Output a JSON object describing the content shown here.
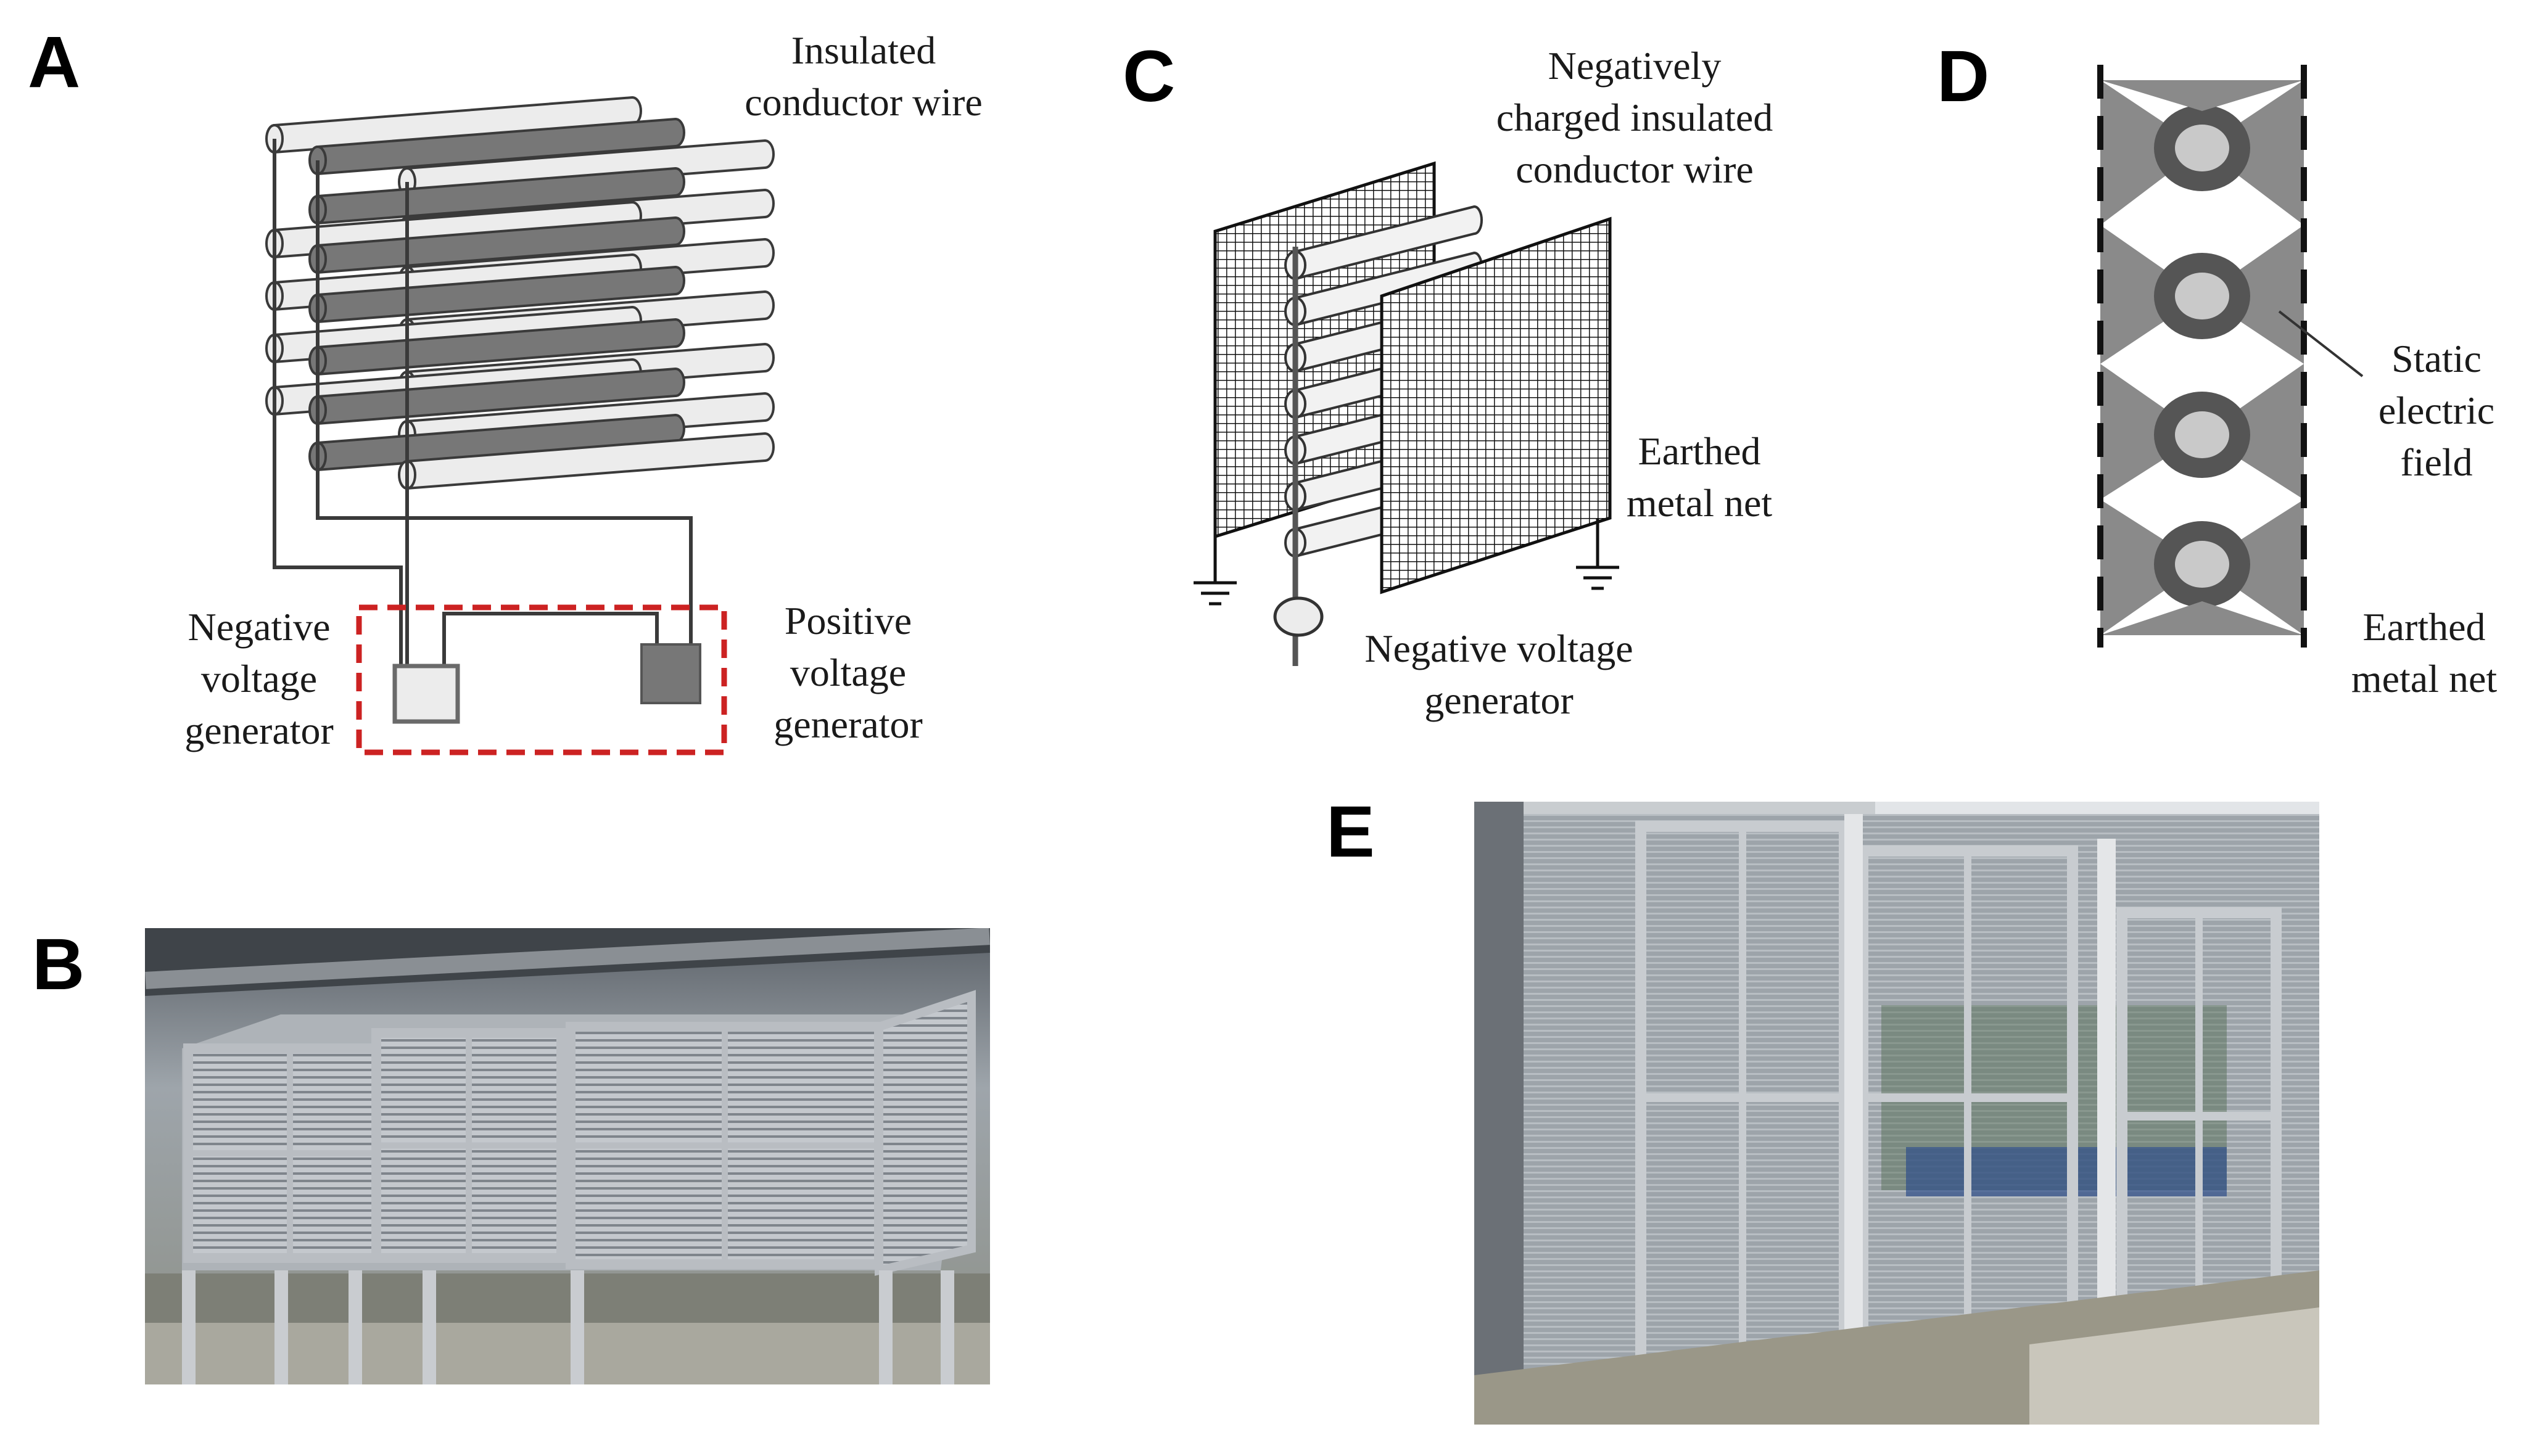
{
  "panels": {
    "A": {
      "label": "A",
      "wire_caption": [
        "Insulated",
        "conductor wire"
      ],
      "neg_caption": [
        "Negative",
        "voltage",
        "generator"
      ],
      "pos_caption": [
        "Positive",
        "voltage",
        "generator"
      ]
    },
    "B": {
      "label": "B"
    },
    "C": {
      "label": "C",
      "wire_caption": [
        "Negatively",
        "charged insulated",
        "conductor wire"
      ],
      "net_caption": [
        "Earthed",
        "metal net"
      ],
      "gen_caption": [
        "Negative voltage",
        "generator"
      ]
    },
    "D": {
      "label": "D",
      "field_caption": [
        "Static",
        "electric",
        "field"
      ],
      "net_caption": [
        "Earthed",
        "metal net"
      ]
    },
    "E": {
      "label": "E"
    }
  },
  "colors": {
    "light_wire": "#ececec",
    "dark_wire": "#777777",
    "outline": "#3a3a3a",
    "dashed_box": "#cc2222",
    "field_gray": "#8a8a8a",
    "ring": "#555555",
    "core": "#c9c9c9"
  }
}
